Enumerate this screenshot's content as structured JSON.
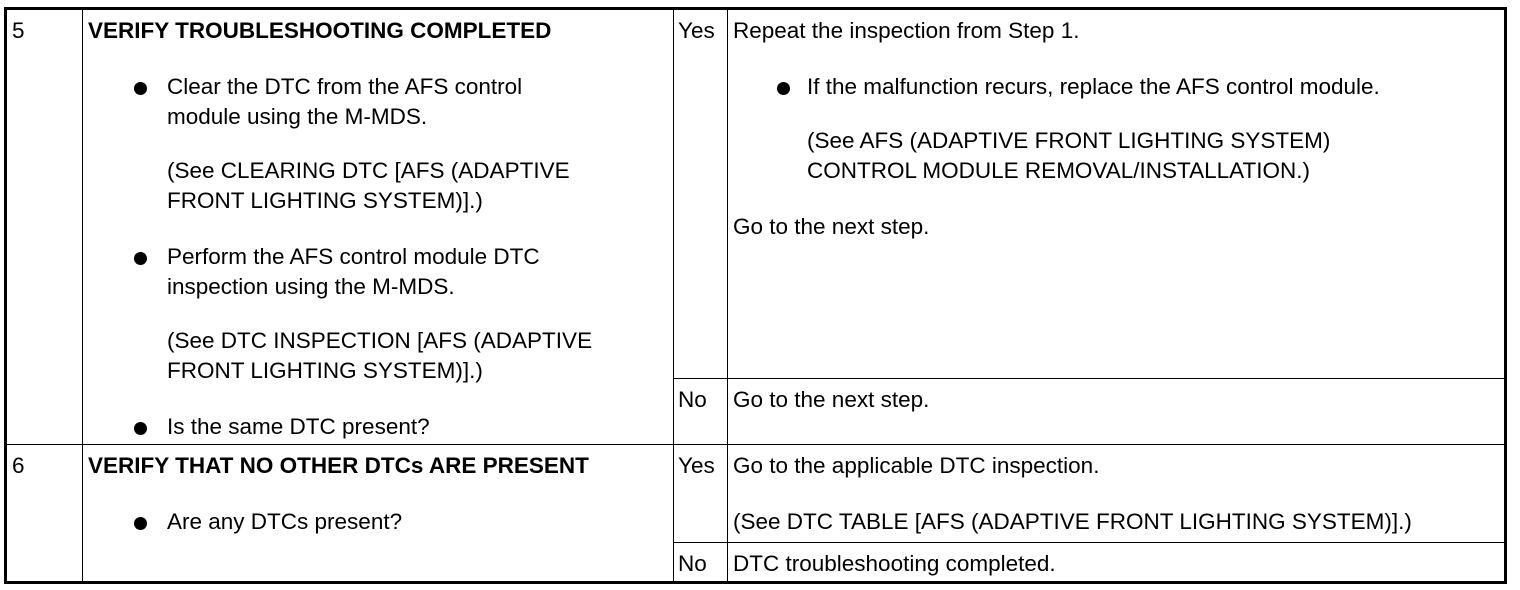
{
  "steps": [
    {
      "number": "5",
      "title": "VERIFY TROUBLESHOOTING COMPLETED",
      "items": [
        {
          "lines": [
            "Clear the DTC from the AFS control",
            "module using the M-MDS."
          ],
          "ref": [
            "(See CLEARING DTC [AFS (ADAPTIVE",
            "FRONT LIGHTING SYSTEM)].)"
          ]
        },
        {
          "lines": [
            "Perform the AFS control module DTC",
            "inspection using the M-MDS."
          ],
          "ref": [
            "(See DTC INSPECTION [AFS (ADAPTIVE",
            "FRONT LIGHTING SYSTEM)].)"
          ]
        },
        {
          "lines": [
            "Is the same DTC present?"
          ]
        }
      ],
      "answers": [
        {
          "answer": "Yes",
          "text": "Repeat the inspection from Step 1.",
          "bullet": "If the malfunction recurs, replace the AFS control module.",
          "ref": [
            "(See AFS (ADAPTIVE FRONT LIGHTING SYSTEM)",
            "CONTROL MODULE REMOVAL/INSTALLATION.)"
          ],
          "after": "Go to the next step."
        },
        {
          "answer": "No",
          "text": "Go to the next step."
        }
      ]
    },
    {
      "number": "6",
      "title": "VERIFY THAT NO OTHER DTCs ARE PRESENT",
      "items": [
        {
          "lines": [
            "Are any DTCs present?"
          ]
        }
      ],
      "answers": [
        {
          "answer": "Yes",
          "text": "Go to the applicable DTC inspection.",
          "ref": [
            "(See DTC TABLE [AFS (ADAPTIVE FRONT LIGHTING SYSTEM)].)"
          ]
        },
        {
          "answer": "No",
          "text": "DTC troubleshooting completed."
        }
      ]
    }
  ]
}
